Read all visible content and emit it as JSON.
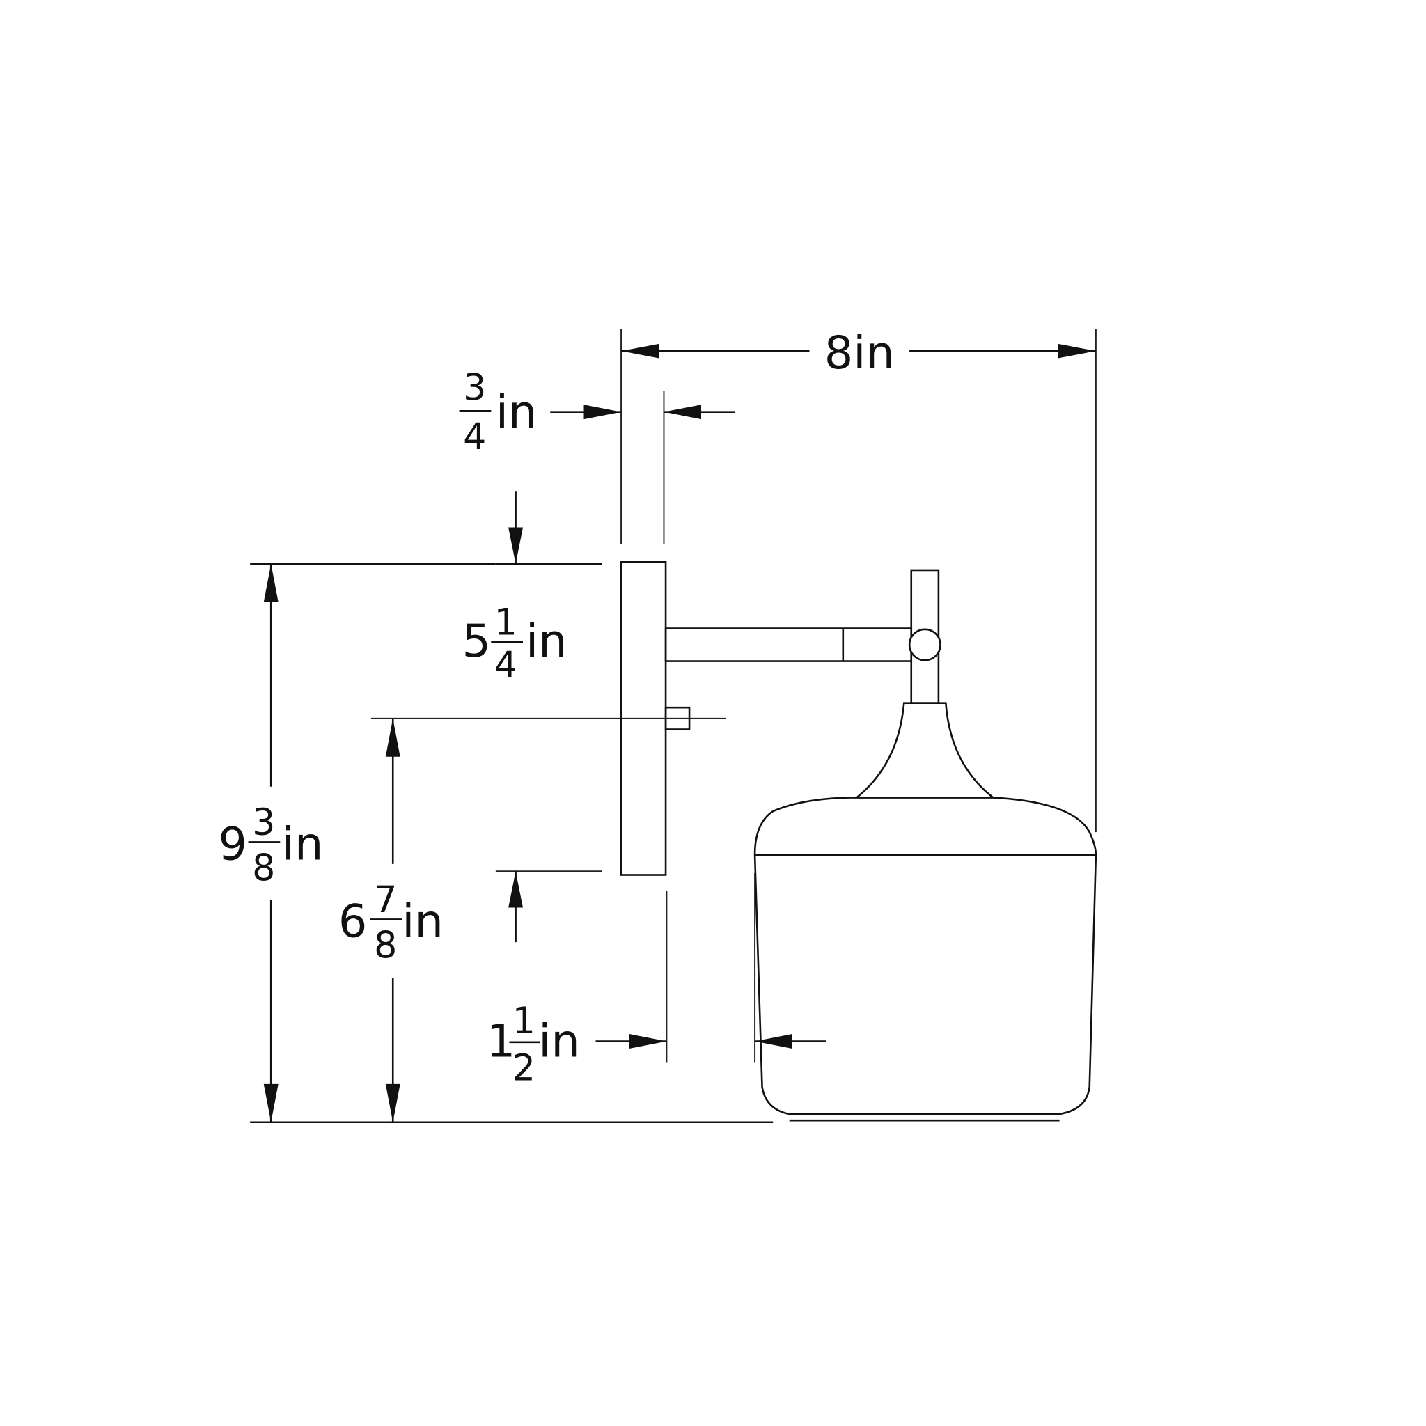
{
  "diagram": {
    "title": "Wall sconce dimension drawing",
    "line_color": "#111111",
    "background": "#ffffff",
    "dimensions": {
      "overall_width": {
        "whole": "8",
        "unit": "in"
      },
      "backplate_depth": {
        "num": "3",
        "den": "4",
        "unit": "in"
      },
      "backplate_height": {
        "whole": "5",
        "num": "1",
        "den": "4",
        "unit": "in"
      },
      "overall_height": {
        "whole": "9",
        "num": "3",
        "den": "8",
        "unit": "in"
      },
      "outlet_to_bottom": {
        "whole": "6",
        "num": "7",
        "den": "8",
        "unit": "in"
      },
      "shade_offset": {
        "whole": "1",
        "num": "1",
        "den": "2",
        "unit": "in"
      }
    }
  }
}
